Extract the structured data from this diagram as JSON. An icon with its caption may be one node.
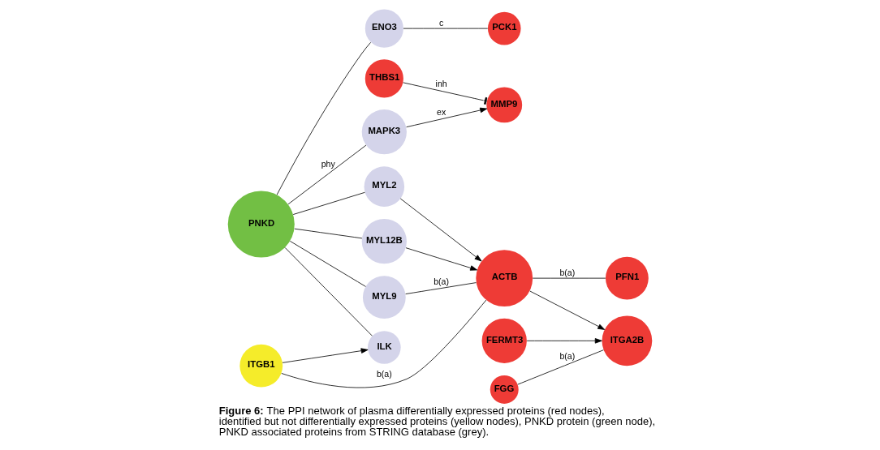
{
  "diagram": {
    "caption": "**Figure 6:** The PPI network of plasma differentially expressed proteins (red nodes), identified but not differentially expressed proteins (yellow nodes), PNKD protein (green node), PNKD associated proteins from STRING database (grey).",
    "nodes": [
      {
        "text": [
          "THBS1"
        ]
      },
      {
        "text": [
          "MMP9"
        ]
      },
      {
        "text": [
          "MAPK3"
        ]
      },
      {
        "text": [
          "ILK"
        ]
      },
      {
        "text": [
          "ITGB1"
        ]
      },
      {
        "text": [
          "FGG"
        ]
      },
      {
        "text": [
          "PNKD"
        ]
      },
      {
        "text": [
          "MYL2"
        ]
      },
      {
        "text": [
          "ACTB"
        ]
      },
      {
        "text": [
          "ITGA2B"
        ]
      },
      {
        "text": [
          "MYL12B"
        ]
      },
      {
        "text": [
          "ENO3"
        ]
      },
      {
        "text": [
          "MYL9"
        ]
      },
      {
        "text": [
          "PFN1"
        ]
      },
      {
        "text": [
          "FERMT3"
        ]
      },
      {
        "text": [
          "PCK1"
        ]
      }
    ],
    "edges": [
      {
        "from": 0,
        "to": 1,
        "arrow": "other",
        "label": "inh"
      },
      {
        "from": 2,
        "to": 1,
        "arrow": "to",
        "label": "ex"
      },
      {
        "from": 6,
        "to": 2,
        "arrow": "none",
        "label": "phy"
      },
      {
        "from": 6,
        "to": 3,
        "arrow": "none"
      },
      {
        "from": 4,
        "to": 3,
        "arrow": "to"
      },
      {
        "from": 4,
        "to": 8,
        "arrow": "none",
        "label": "b(a)"
      },
      {
        "from": 6,
        "to": 7,
        "arrow": "none"
      },
      {
        "from": 7,
        "to": 8,
        "arrow": "to"
      },
      {
        "from": 6,
        "to": 10,
        "arrow": "none"
      },
      {
        "from": 10,
        "to": 8,
        "arrow": "to"
      },
      {
        "from": 6,
        "to": 12,
        "arrow": "none"
      },
      {
        "from": 12,
        "to": 8,
        "arrow": "none",
        "label": "b(a)"
      },
      {
        "from": 8,
        "to": 9,
        "arrow": "to"
      },
      {
        "from": 5,
        "to": 9,
        "arrow": "none",
        "label": "b(a)"
      },
      {
        "from": 14,
        "to": 9,
        "arrow": "to"
      },
      {
        "from": 8,
        "to": 13,
        "arrow": "none",
        "label": "b(a)"
      },
      {
        "from": 6,
        "to": 11,
        "arrow": "none"
      },
      {
        "from": 11,
        "to": 15,
        "arrow": "none",
        "label": "c"
      }
    ]
  }
}
